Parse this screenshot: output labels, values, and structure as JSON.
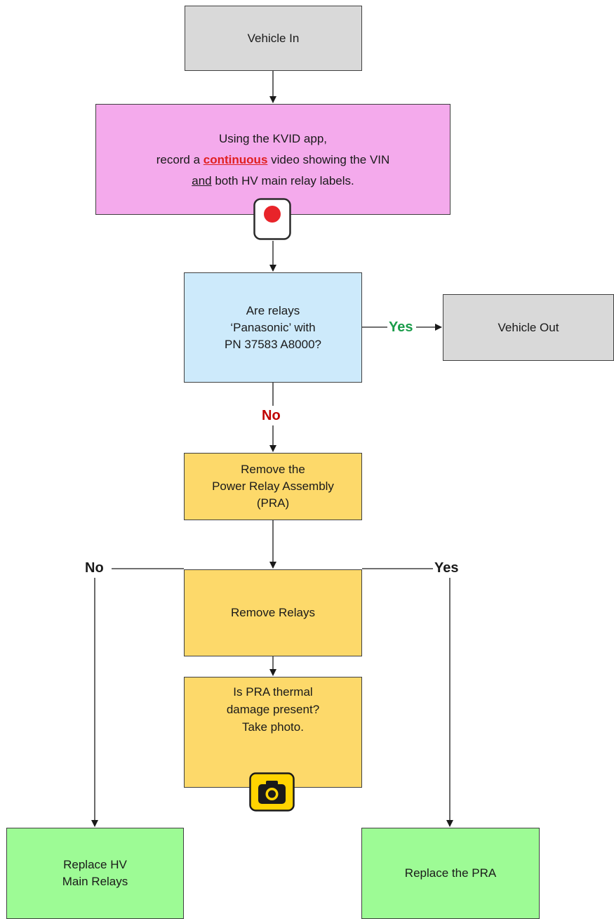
{
  "nodes": {
    "vehicle_in": "Vehicle In",
    "record": {
      "line1": "Using the KVID app,",
      "line2_pre": "record a ",
      "line2_emph": "continuous",
      "line2_post": " video showing the VIN",
      "line3_und": "and",
      "line3_post": " both HV main relay labels."
    },
    "rec_icon_label": "REC",
    "relays_question": {
      "line1": "Are relays",
      "line2": "‘Panasonic’ with",
      "line3": "PN 37583 A8000?"
    },
    "vehicle_out": "Vehicle Out",
    "remove_pra": {
      "line1": "Remove the",
      "line2": "Power Relay Assembly",
      "line3": "(PRA)"
    },
    "remove_relays": "Remove Relays",
    "thermal_question": {
      "line1": "Is PRA thermal",
      "line2": "damage present?",
      "line3": "Take photo."
    },
    "replace_relays": {
      "line1": "Replace HV",
      "line2": "Main Relays"
    },
    "replace_pra": "Replace the PRA"
  },
  "edge_labels": {
    "relays_yes": "Yes",
    "relays_no": "No",
    "thermal_no": "No",
    "thermal_yes": "Yes"
  },
  "colors": {
    "grey": "#d9d9d9",
    "pink": "#f4aaec",
    "blue": "#cdeafb",
    "yellow": "#fdd96a",
    "green": "#9dfb95",
    "yes_green": "#1a9c4a",
    "no_red": "#c00000",
    "rec_red": "#e8242a",
    "camera_yellow": "#ffd400"
  },
  "icons": [
    "record-icon",
    "camera-icon"
  ]
}
